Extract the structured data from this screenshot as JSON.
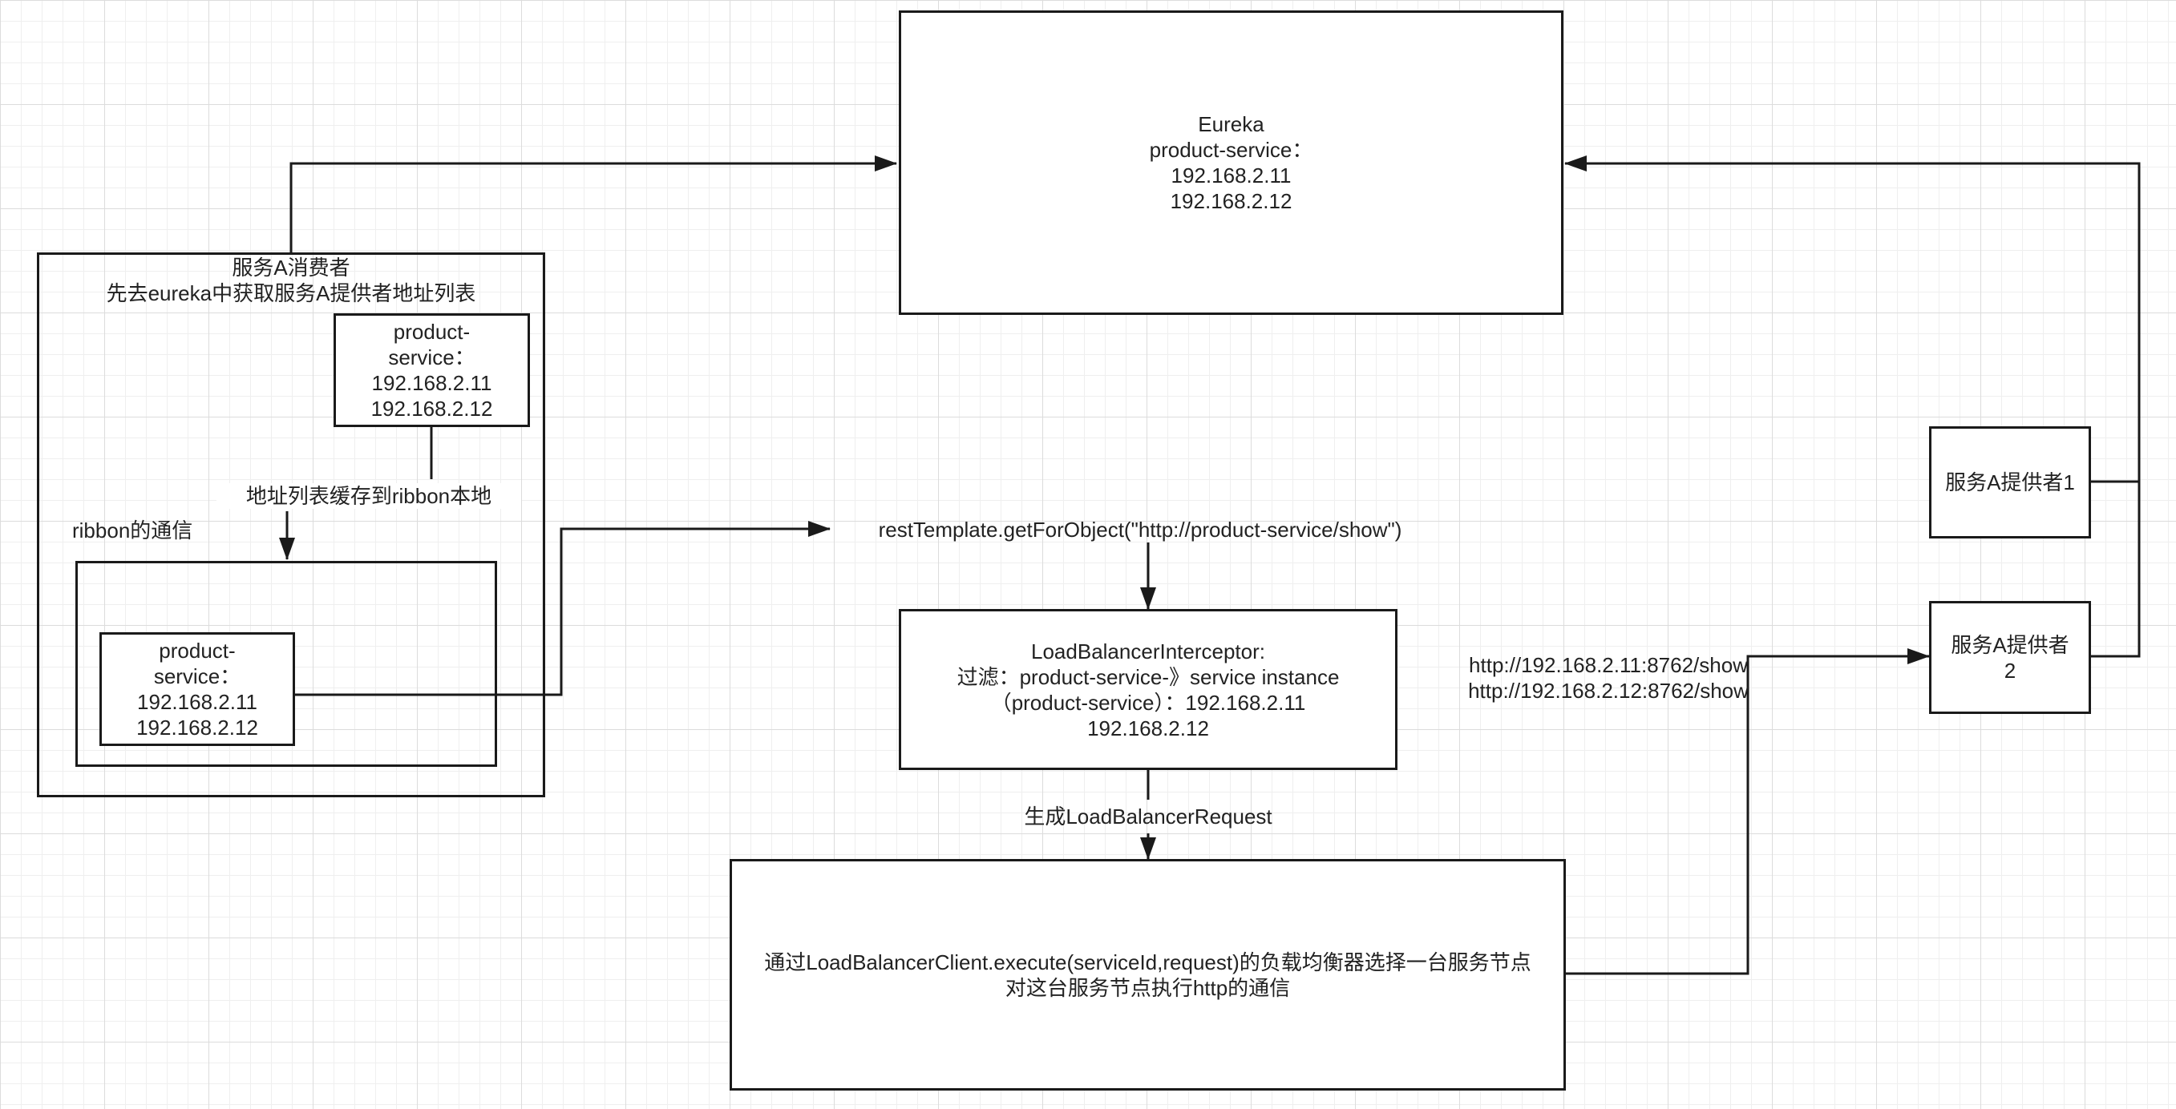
{
  "eureka": {
    "text": "Eureka\nproduct-service：\n192.168.2.11\n192.168.2.12"
  },
  "consumer": {
    "title": "服务A消费者\n先去eureka中获取服务A提供者地址列表",
    "cache_box": "product-\nservice：\n192.168.2.11\n192.168.2.12",
    "cache_label": "地址列表缓存到ribbon本地",
    "ribbon_label": "ribbon的通信",
    "ribbon_inner_box": "product-\nservice：\n192.168.2.11\n192.168.2.12"
  },
  "rest_template": {
    "text": "restTemplate.getForObject(\"http://product-service/show\")"
  },
  "interceptor": {
    "text": "LoadBalancerInterceptor:\n过滤：product-service-》service instance\n（product-service）：192.168.2.11\n192.168.2.12"
  },
  "request_label": "生成LoadBalancerRequest",
  "client": {
    "text": "通过LoadBalancerClient.execute(serviceId,request)的负载均衡器选择一台服务节点\n对这台服务节点执行http的通信"
  },
  "urls": {
    "text": "http://192.168.2.11:8762/show\nhttp://192.168.2.12:8762/show"
  },
  "provider1": {
    "text": "服务A提供者1"
  },
  "provider2": {
    "text": "服务A提供者\n2"
  }
}
